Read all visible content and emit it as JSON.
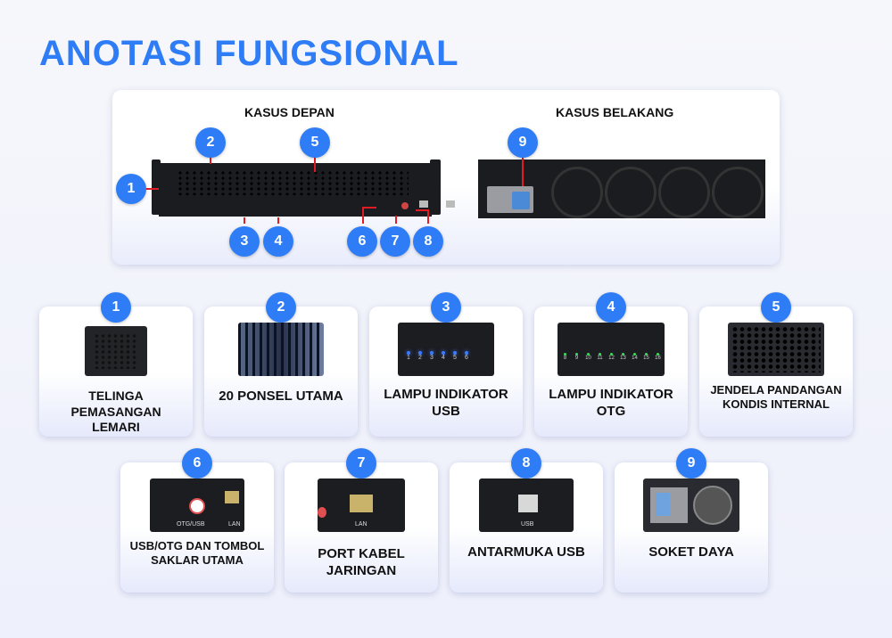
{
  "page": {
    "title": "ANOTASI FUNGSIONAL"
  },
  "overview": {
    "front_label": "KASUS DEPAN",
    "back_label": "KASUS BELAKANG"
  },
  "callouts": [
    "1",
    "2",
    "3",
    "4",
    "5",
    "6",
    "7",
    "8",
    "9"
  ],
  "cards": [
    {
      "num": "1",
      "label": "TELINGA PEMASANGAN LEMARI"
    },
    {
      "num": "2",
      "label": "20 PONSEL UTAMA"
    },
    {
      "num": "3",
      "label": "LAMPU INDIKATOR USB"
    },
    {
      "num": "4",
      "label": "LAMPU INDIKATOR OTG"
    },
    {
      "num": "5",
      "label": "JENDELA PANDANGAN KONDIS INTERNAL"
    },
    {
      "num": "6",
      "label": "USB/OTG DAN TOMBOL SAKLAR UTAMA"
    },
    {
      "num": "7",
      "label": "PORT KABEL JARINGAN"
    },
    {
      "num": "8",
      "label": "ANTARMUKA USB"
    },
    {
      "num": "9",
      "label": "SOKET DAYA"
    }
  ],
  "thumb_text": {
    "usb_leds": [
      "1",
      "2",
      "3",
      "4",
      "5",
      "6"
    ],
    "otg_leds": [
      "8",
      "9",
      "10",
      "11",
      "12",
      "13",
      "14",
      "15",
      "16"
    ],
    "otg_usb": "OTG/USB",
    "lan": "LAN",
    "usb": "USB"
  },
  "colors": {
    "accent": "#2f7df6",
    "led_blue": "#3b7bff",
    "led_green": "#37e05a",
    "callout_line": "#e01b24"
  }
}
